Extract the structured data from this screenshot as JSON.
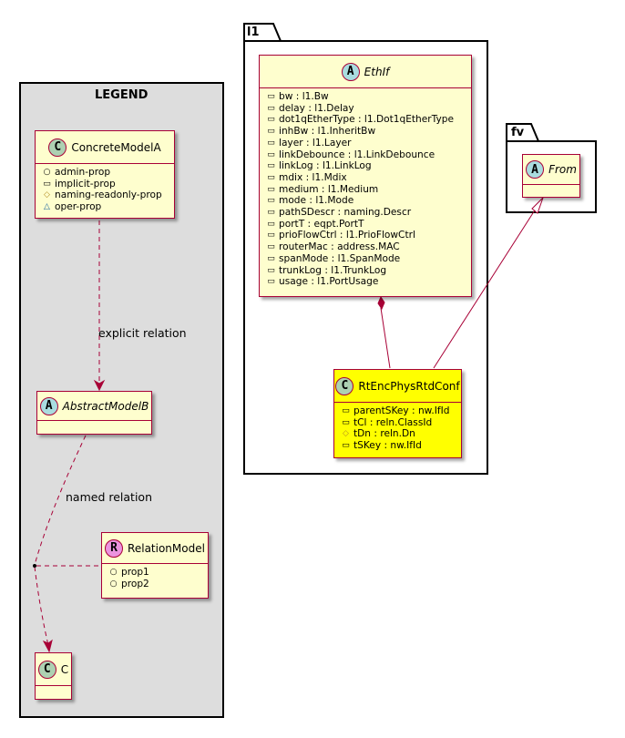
{
  "legend": {
    "title": "LEGEND",
    "concrete": {
      "badge": "C",
      "name": "ConcreteModelA",
      "attrs": [
        {
          "vis": "+",
          "text": "admin-prop"
        },
        {
          "vis": "-",
          "text": "implicit-prop"
        },
        {
          "vis": "#",
          "text": "naming-readonly-prop"
        },
        {
          "vis": "~",
          "text": "oper-prop"
        }
      ]
    },
    "explicit_label": "explicit relation",
    "abstract": {
      "badge": "A",
      "name": "AbstractModelB"
    },
    "named_label": "named relation",
    "relation": {
      "badge": "R",
      "name": "RelationModel",
      "attrs": [
        {
          "vis": "+",
          "text": "prop1"
        },
        {
          "vis": "+",
          "text": "prop2"
        }
      ]
    },
    "c": {
      "badge": "C",
      "name": "C"
    }
  },
  "l1": {
    "package": "l1",
    "ethif": {
      "badge": "A",
      "name": "EthIf",
      "attrs": [
        {
          "vis": "-",
          "text": "bw : l1.Bw"
        },
        {
          "vis": "-",
          "text": "delay : l1.Delay"
        },
        {
          "vis": "-",
          "text": "dot1qEtherType : l1.Dot1qEtherType"
        },
        {
          "vis": "-",
          "text": "inhBw : l1.InheritBw"
        },
        {
          "vis": "-",
          "text": "layer : l1.Layer"
        },
        {
          "vis": "-",
          "text": "linkDebounce : l1.LinkDebounce"
        },
        {
          "vis": "-",
          "text": "linkLog : l1.LinkLog"
        },
        {
          "vis": "-",
          "text": "mdix : l1.Mdix"
        },
        {
          "vis": "-",
          "text": "medium : l1.Medium"
        },
        {
          "vis": "-",
          "text": "mode : l1.Mode"
        },
        {
          "vis": "-",
          "text": "pathSDescr : naming.Descr"
        },
        {
          "vis": "-",
          "text": "portT : eqpt.PortT"
        },
        {
          "vis": "-",
          "text": "prioFlowCtrl : l1.PrioFlowCtrl"
        },
        {
          "vis": "-",
          "text": "routerMac : address.MAC"
        },
        {
          "vis": "-",
          "text": "spanMode : l1.SpanMode"
        },
        {
          "vis": "-",
          "text": "trunkLog : l1.TrunkLog"
        },
        {
          "vis": "-",
          "text": "usage : l1.PortUsage"
        }
      ]
    },
    "rt": {
      "badge": "C",
      "name": "RtEncPhysRtdConf",
      "attrs": [
        {
          "vis": "-",
          "text": "parentSKey : nw.IfId"
        },
        {
          "vis": "-",
          "text": "tCl : reln.ClassId"
        },
        {
          "vis": "#",
          "text": "tDn : reln.Dn"
        },
        {
          "vis": "-",
          "text": "tSKey : nw.IfId"
        }
      ]
    }
  },
  "fv": {
    "package": "fv",
    "from": {
      "badge": "A",
      "name": "From"
    }
  },
  "colors": {
    "class_fill": "#FEFECE",
    "border": "#A80036",
    "highlight": "#FFFF00",
    "legend_bg": "#DDDDDD",
    "badge_class": "#ADD1B2",
    "badge_abstract": "#A9DCDF",
    "badge_relation": "#EB93DF"
  }
}
